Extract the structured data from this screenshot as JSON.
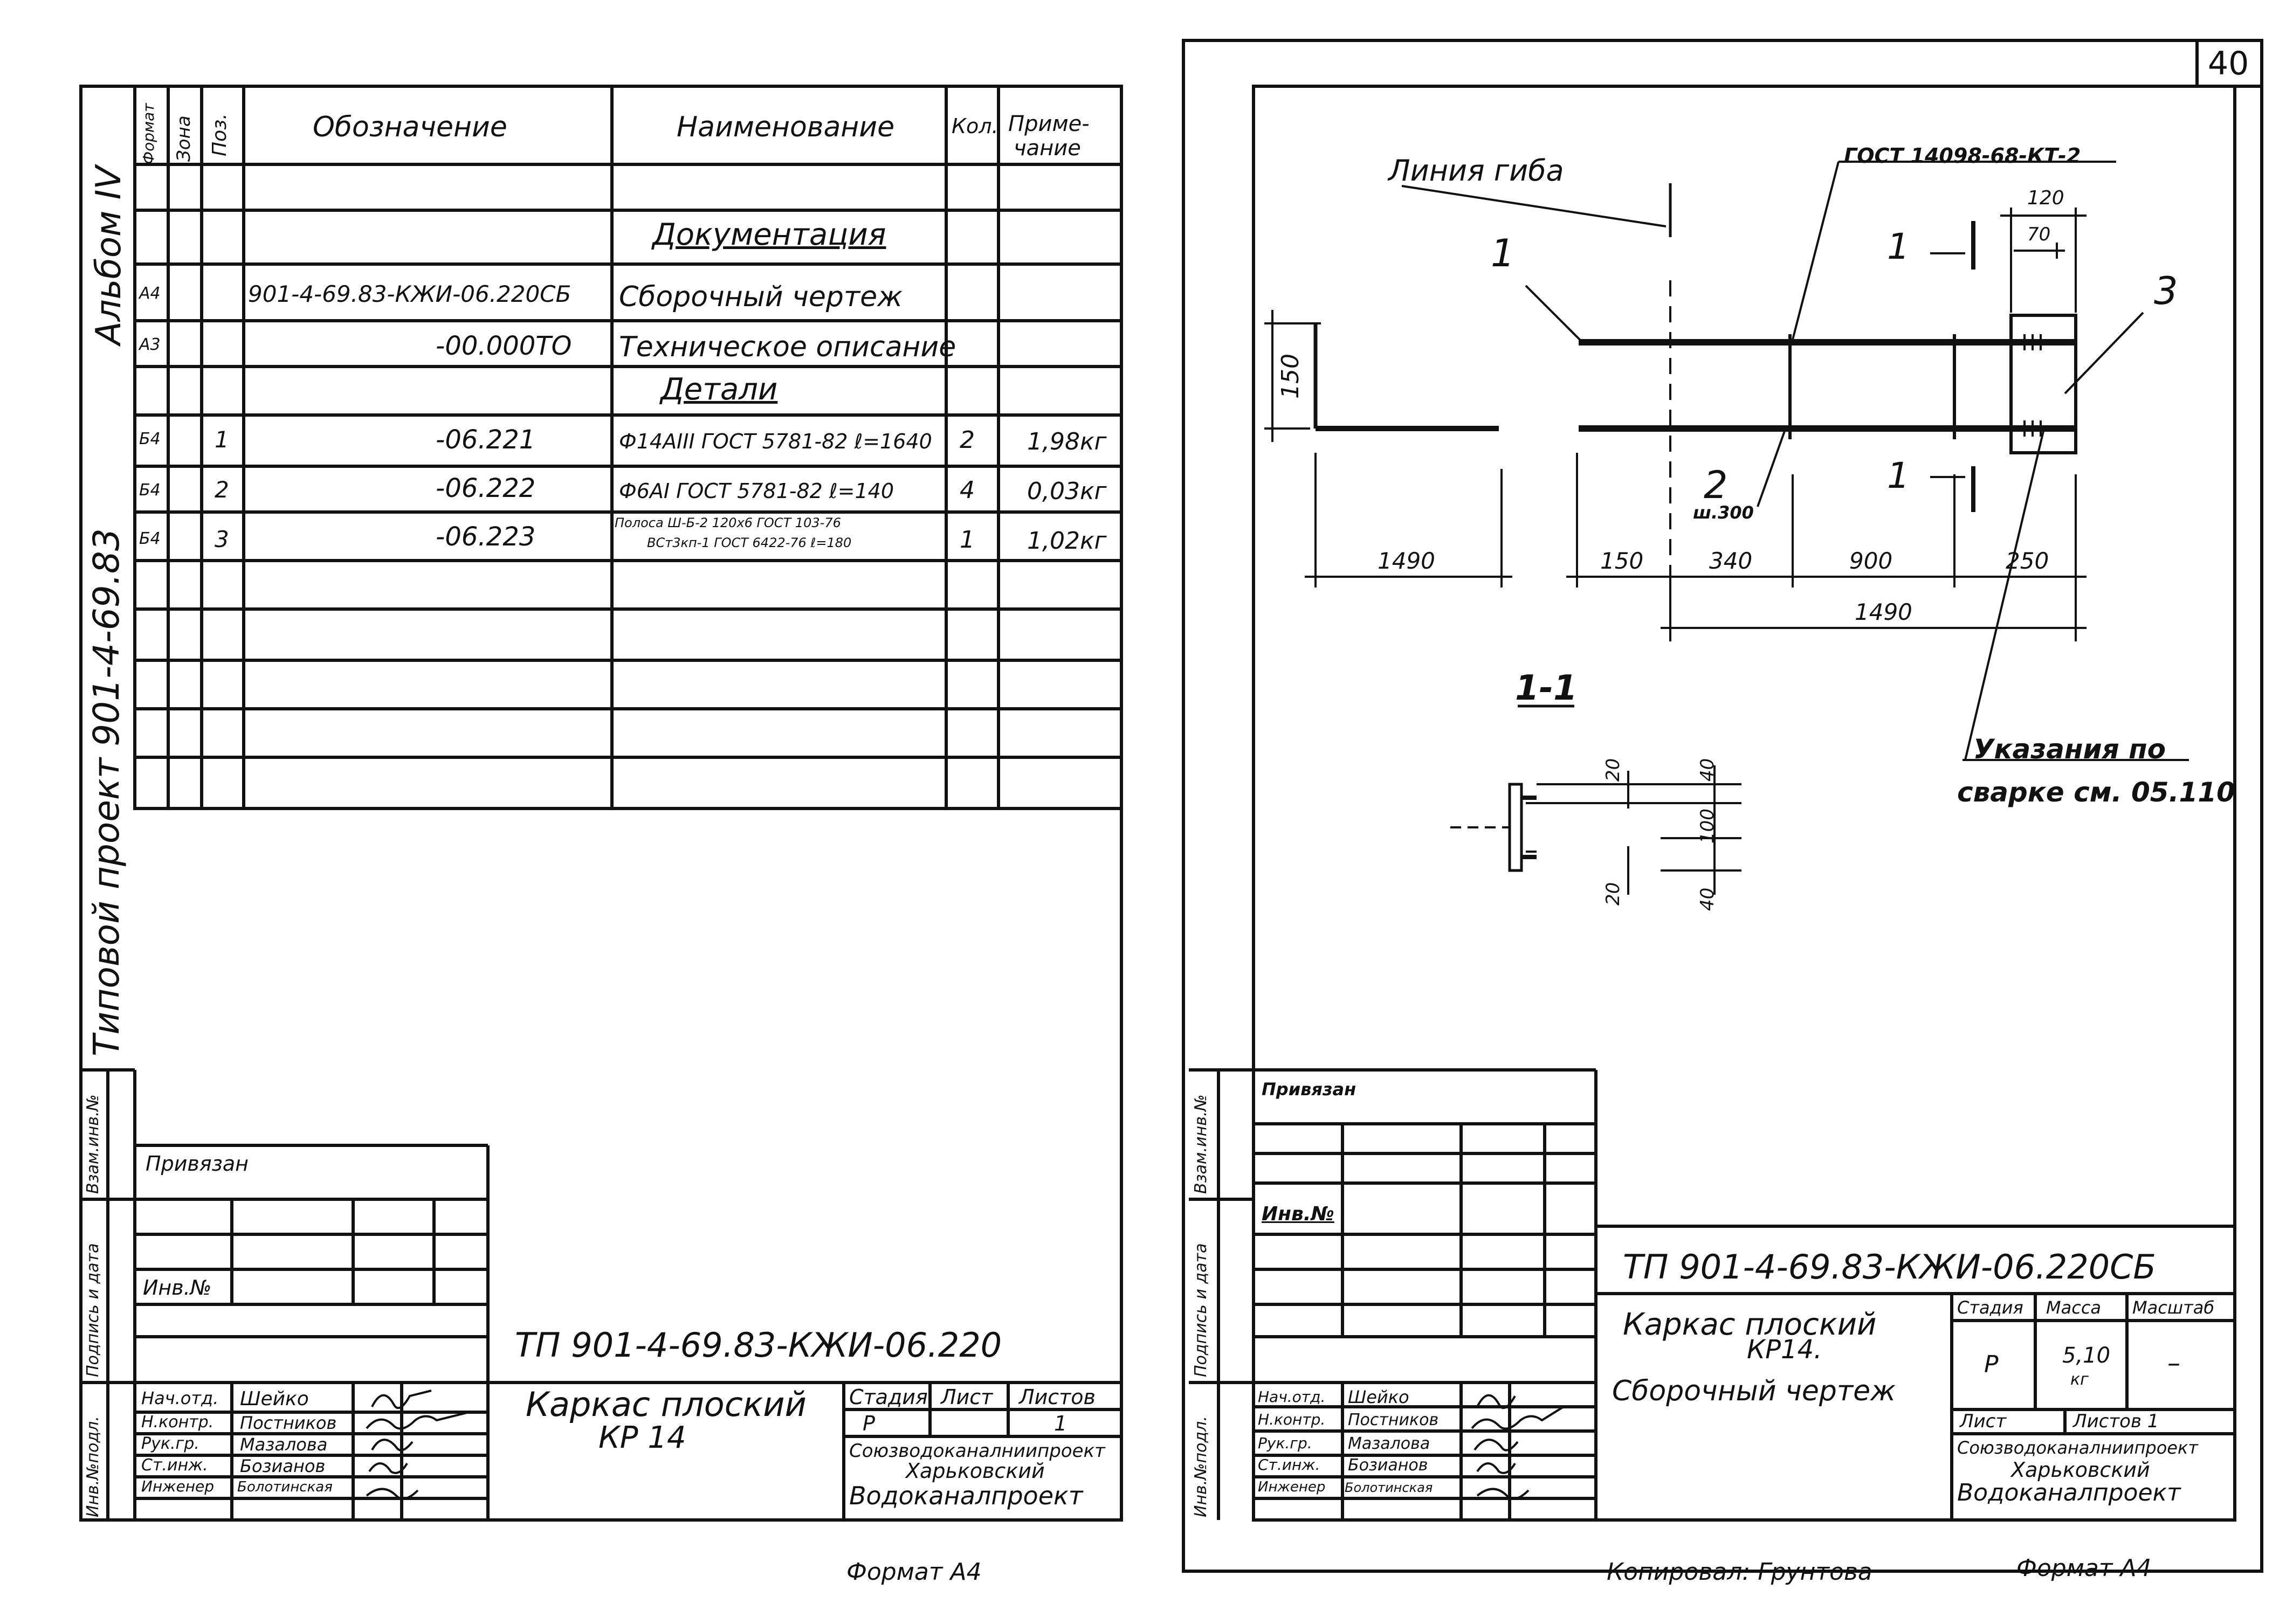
{
  "sheet_number": "40",
  "left": {
    "album_label": "Альбом IV",
    "project_label": "Типовой проект 901-4-69.83",
    "spec_headers": {
      "format": "Формат",
      "zone": "Зона",
      "pos": "Поз.",
      "designation": "Обозначение",
      "name": "Наименование",
      "qty": "Кол.",
      "note1": "Приме-",
      "note2": "чание"
    },
    "section_docs": "Документация",
    "section_parts": "Детали",
    "rows": [
      {
        "format": "А4",
        "pos": "",
        "designation": "901-4-69.83-КЖИ-06.220СБ",
        "name": "Сборочный чертеж",
        "qty": "",
        "note": ""
      },
      {
        "format": "А3",
        "pos": "",
        "designation": "-00.000ТО",
        "name": "Техническое описание",
        "qty": "",
        "note": ""
      },
      {
        "format": "Б4",
        "pos": "1",
        "designation": "-06.221",
        "name": "Ф14АIII ГОСТ 5781-82 ℓ=1640",
        "qty": "2",
        "note": "1,98кг"
      },
      {
        "format": "Б4",
        "pos": "2",
        "designation": "-06.222",
        "name": "Ф6АI ГОСТ 5781-82 ℓ=140",
        "qty": "4",
        "note": "0,03кг"
      },
      {
        "format": "Б4",
        "pos": "3",
        "designation": "-06.223",
        "name_top": "Полоса Ш-Б-2 120х6 ГОСТ 103-76",
        "name_bottom": "ВСт3кп-1 ГОСТ 6422-76 ℓ=180",
        "qty": "1",
        "note": "1,02кг"
      }
    ],
    "side_labels": {
      "vzam": "Взам.инв.№",
      "podpis": "Подпись и дата",
      "inv": "Инв.№подл."
    },
    "privyazan": "Привязан",
    "inv_no": "Инв.№",
    "doc_code": "ТП 901-4-69.83-КЖИ-06.220",
    "title_line1": "Каркас плоский",
    "title_line2": "КР 14",
    "stage_h": "Стадия",
    "sheet_h": "Лист",
    "sheets_h": "Листов",
    "stage_v": "Р",
    "sheets_v": "1",
    "org1": "Союзводоканалниипроект",
    "org2": "Харьковский",
    "org3": "Водоканалпроект",
    "people": [
      {
        "role": "Нач.отд.",
        "name": "Шейко"
      },
      {
        "role": "Н.контр.",
        "name": "Постников"
      },
      {
        "role": "Рук.гр.",
        "name": "Мазалова"
      },
      {
        "role": "Ст.инж.",
        "name": "Бозианов"
      },
      {
        "role": "Инженер",
        "name": "Болотинская"
      }
    ],
    "format_footer": "Формат А4"
  },
  "right": {
    "bend_line": "Линия гиба",
    "gost_label": "ГОСТ 14098-68-КТ-2",
    "callout_1": "1",
    "callout_2": "2",
    "callout_2_sub": "ш.300",
    "callout_3": "3",
    "section_mark": "1",
    "section_label": "1-1",
    "dims": {
      "d150v": "150",
      "d1490a": "1490",
      "d150": "150",
      "d340": "340",
      "d900": "900",
      "d250": "250",
      "d1490b": "1490",
      "d120": "120",
      "d70": "70",
      "s20a": "20",
      "s40a": "40",
      "s100": "100",
      "s20b": "20",
      "s40b": "40"
    },
    "welding_note1": "Указания по",
    "welding_note2": "сварке см. 05.110",
    "privyazan": "Привязан",
    "inv_no": "Инв.№",
    "doc_code": "ТП 901-4-69.83-КЖИ-06.220СБ",
    "title_line1": "Каркас плоский",
    "title_line2": "КР14.",
    "title_line3": "Сборочный чертеж",
    "stage_h": "Стадия",
    "mass_h": "Масса",
    "scale_h": "Масштаб",
    "stage_v": "Р",
    "mass_v": "5,10",
    "mass_unit": "кг",
    "scale_v": "–",
    "sheet_h": "Лист",
    "sheets_h": "Листов 1",
    "org1": "Союзводоканалниипроект",
    "org2": "Харьковский",
    "org3": "Водоканалпроект",
    "people": [
      {
        "role": "Нач.отд.",
        "name": "Шейко"
      },
      {
        "role": "Н.контр.",
        "name": "Постников"
      },
      {
        "role": "Рук.гр.",
        "name": "Мазалова"
      },
      {
        "role": "Ст.инж.",
        "name": "Бозианов"
      },
      {
        "role": "Инженер",
        "name": "Болотинская"
      }
    ],
    "copied_by": "Копировал: Грунтова",
    "format_footer": "Формат А4"
  }
}
